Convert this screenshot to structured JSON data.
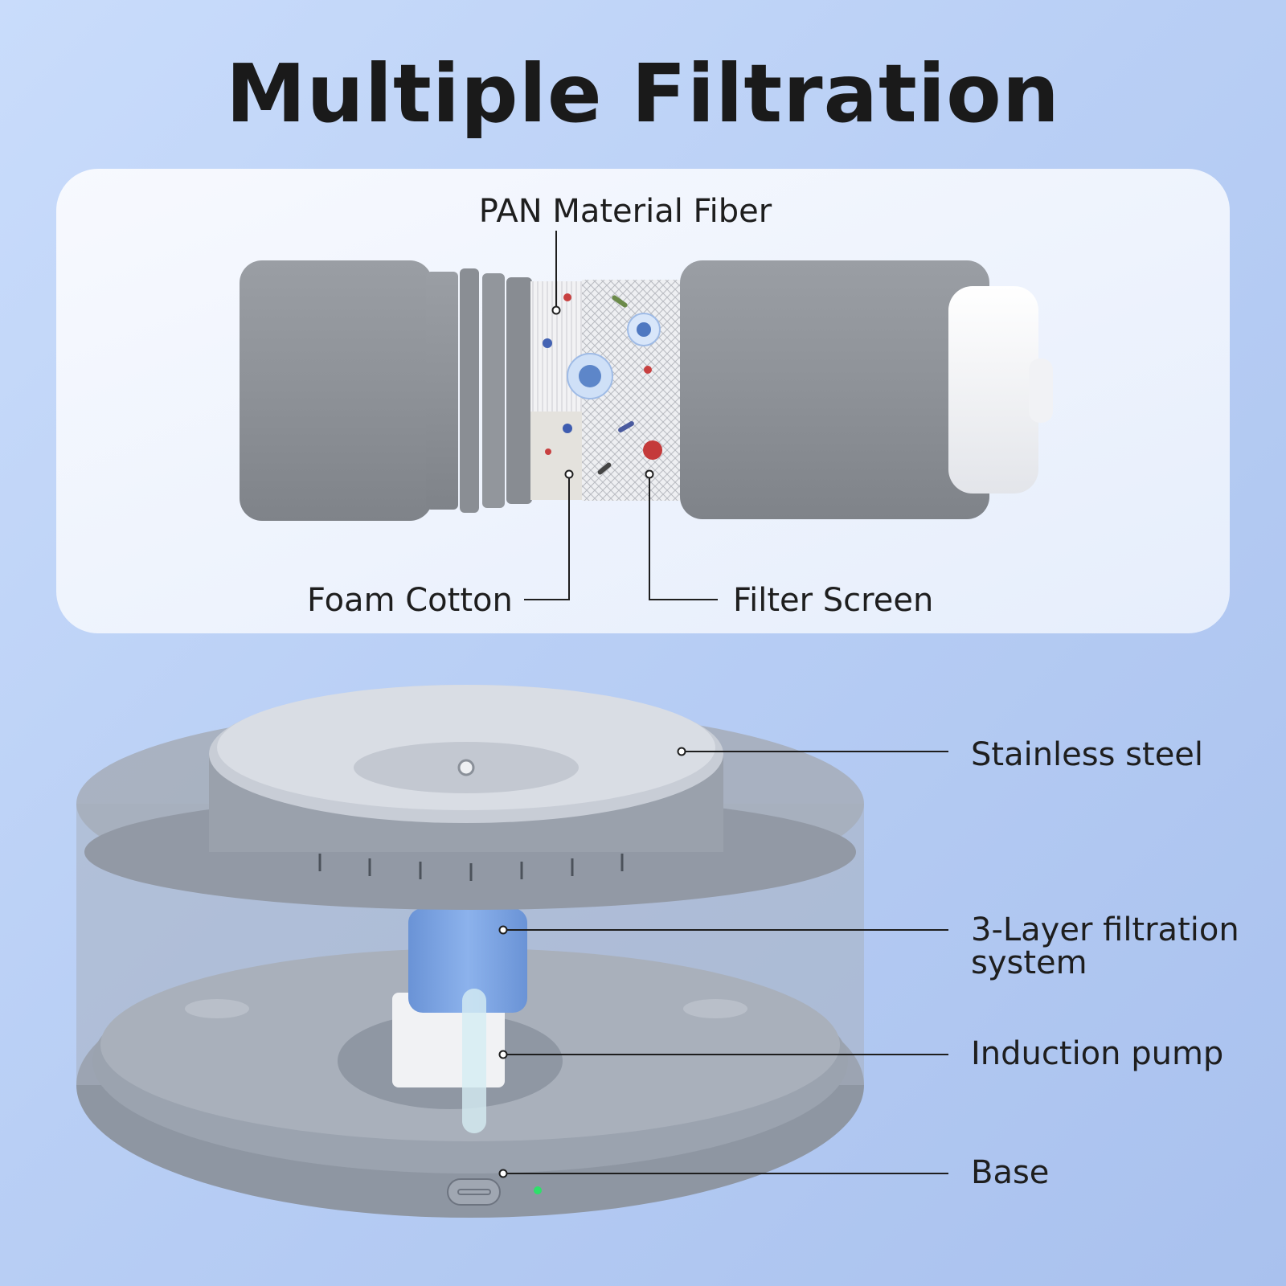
{
  "title": "Multiple Filtration",
  "filter_panel": {
    "labels": {
      "pan_fiber": "PAN Material Fiber",
      "foam_cotton": "Foam Cotton",
      "filter_screen": "Filter Screen"
    }
  },
  "fountain": {
    "labels": {
      "stainless_steel": "Stainless steel",
      "filtration_line1": "3-Layer filtration",
      "filtration_line2": "system",
      "pump": "Induction pump",
      "base": "Base"
    }
  },
  "colors": {
    "cartridge_gray": "#8f9399",
    "indicator_led": "#2ee06a",
    "filter_blue": "#7aa3e0"
  }
}
